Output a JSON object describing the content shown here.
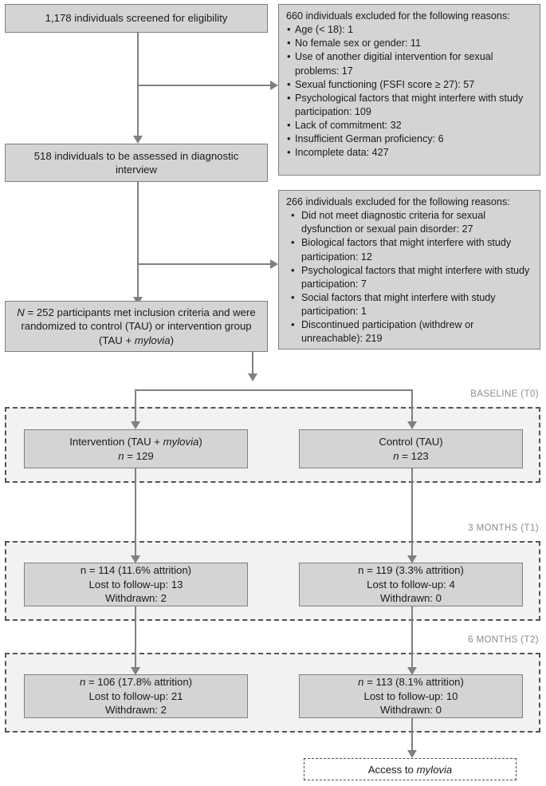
{
  "diagram": {
    "title": "CONSORT participant flow diagram",
    "colors": {
      "box_fill": "#d4d4d4",
      "box_border": "#808080",
      "phase_fill": "#f2f2f2",
      "phase_border": "#555555",
      "connector": "#808080",
      "phase_label": "#8c8c8c",
      "text": "#1a1a1a"
    }
  },
  "screened": {
    "text": "1,178 individuals screened for eligibility"
  },
  "exclusion_1": {
    "heading": "660 individuals excluded for the following reasons:",
    "items": [
      "Age (< 18): 1",
      "No female sex or gender: 11",
      "Use of another digitial intervention for sexual problems: 17",
      "Sexual functioning (FSFI score ≥ 27): 57",
      "Psychological factors that might interfere with study participation: 109",
      "Lack of commitment: 32",
      "Insufficient German proficiency: 6",
      "Incomplete data: 427"
    ]
  },
  "assessed": {
    "text": "518 individuals to be assessed in diagnostic interview"
  },
  "exclusion_2": {
    "heading": "266 individuals excluded for the following reasons:",
    "items": [
      "Did not meet diagnostic criteria for sexual dysfunction or sexual pain disorder: 27",
      "Biological factors that might interfere with study participation: 12",
      "Psychological factors that might interfere with study participation: 7",
      "Social factors that might interfere with study participation: 1",
      "Discontinued participation (withdrew or unreachable): 219"
    ]
  },
  "randomized": {
    "prefix_italic": "N",
    "text": " = 252 participants met inclusion criteria and were randomized to control (TAU) or intervention group (TAU + ",
    "italic_product": "mylovia",
    "suffix": ")"
  },
  "phases": [
    {
      "label": "BASELINE (T0)"
    },
    {
      "label": "3 MONTHS (T1)"
    },
    {
      "label": "6 MONTHS (T2)"
    }
  ],
  "baseline": {
    "intervention": {
      "line1_pre": "Intervention (TAU + ",
      "line1_italic": "mylovia",
      "line1_post": ")",
      "n_label_italic": "n",
      "n_value": " = 129"
    },
    "control": {
      "line1": "Control (TAU)",
      "n_label_italic": "n",
      "n_value": " = 123"
    }
  },
  "t1": {
    "intervention": {
      "line1": "n = 114 (11.6% attrition)",
      "line2": "Lost to follow-up: 13",
      "line3": "Withdrawn: 2"
    },
    "control": {
      "line1": "n = 119 (3.3% attrition)",
      "line2": "Lost to follow-up: 4",
      "line3": "Withdrawn: 0"
    }
  },
  "t2": {
    "intervention": {
      "n_label_italic": "n",
      "line1": " = 106 (17.8% attrition)",
      "line2": "Lost to follow-up: 21",
      "line3": "Withdrawn: 2"
    },
    "control": {
      "n_label_italic": "n",
      "line1": " = 113 (8.1% attrition)",
      "line2": "Lost to follow-up: 10",
      "line3": "Withdrawn: 0"
    }
  },
  "access": {
    "prefix": "Access to ",
    "italic_product": "mylovia"
  }
}
